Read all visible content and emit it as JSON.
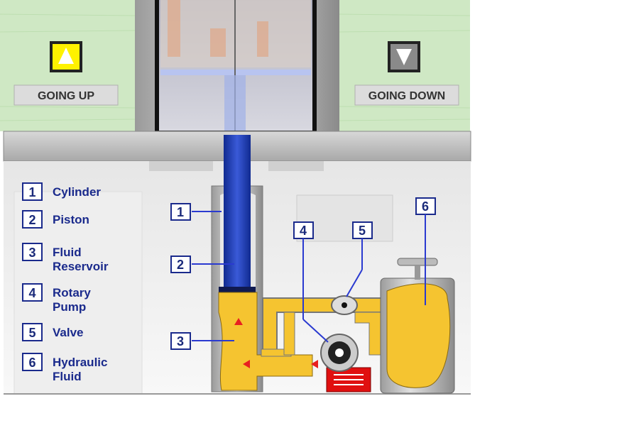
{
  "panels": {
    "up_label": "GOING UP",
    "down_label": "GOING DOWN"
  },
  "legend": [
    {
      "num": "1",
      "lines": [
        "Cylinder"
      ]
    },
    {
      "num": "2",
      "lines": [
        "Piston"
      ]
    },
    {
      "num": "3",
      "lines": [
        "Fluid",
        "Reservoir"
      ]
    },
    {
      "num": "4",
      "lines": [
        "Rotary",
        "Pump"
      ]
    },
    {
      "num": "5",
      "lines": [
        "Valve"
      ]
    },
    {
      "num": "6",
      "lines": [
        "Hydraulic",
        "Fluid"
      ]
    }
  ],
  "callouts": [
    "1",
    "2",
    "3",
    "4",
    "5",
    "6"
  ],
  "colors": {
    "wall_green": "#cfe8c4",
    "fluid": "#f5c430",
    "piston": "#1a3aa8",
    "label_blue": "#1a2a8c",
    "up_button": "#fff200",
    "pump_motor": "#e01010",
    "arrow_red": "#e82020"
  }
}
